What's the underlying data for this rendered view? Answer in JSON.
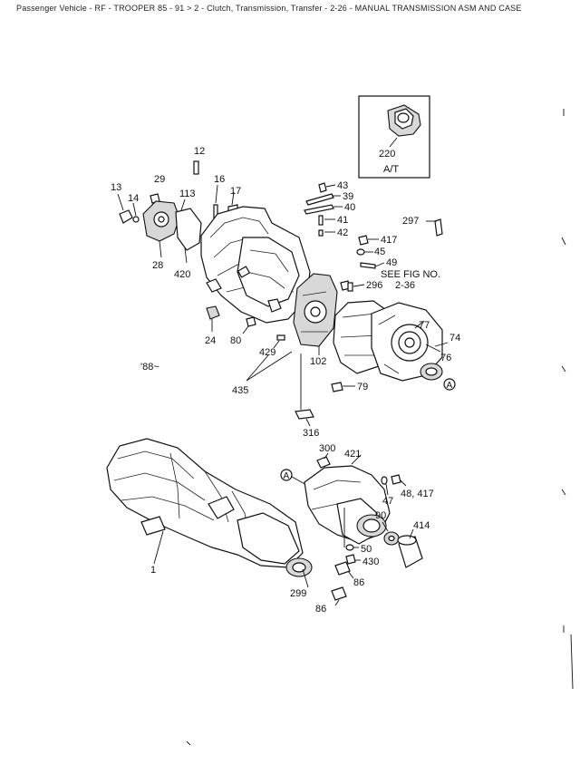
{
  "header": {
    "text": "Passenger Vehicle - RF - TROOPER 85 - 91 > 2 - Clutch, Transmission, Transfer - 2-26 - MANUAL TRANSMISSION ASM AND CASE"
  },
  "inset": {
    "part_number": "220",
    "caption": "A/T"
  },
  "model_note": "'88~",
  "circle_marker": "A",
  "callouts": {
    "p12": "12",
    "p13": "13",
    "p14": "14",
    "p29": "29",
    "p113": "113",
    "p16": "16",
    "p17": "17",
    "p28": "28",
    "p420": "420",
    "p43": "43",
    "p39": "39",
    "p40": "40",
    "p41": "41",
    "p42": "42",
    "p417": "417",
    "p297": "297",
    "p45": "45",
    "p49": "49",
    "see_fig": "SEE FIG NO.",
    "see_fig_ref": "2-36",
    "p296": "296",
    "p24": "24",
    "p80": "80",
    "p429": "429",
    "p102": "102",
    "p77": "77",
    "p74": "74",
    "p76": "76",
    "p435": "435",
    "p79": "79",
    "p316": "316",
    "p300": "300",
    "p421": "421",
    "p47": "47",
    "p48_417": "48, 417",
    "p90": "90",
    "p414": "414",
    "p50": "50",
    "p430": "430",
    "p86a": "86",
    "p86b": "86",
    "p299": "299",
    "p1": "1"
  }
}
